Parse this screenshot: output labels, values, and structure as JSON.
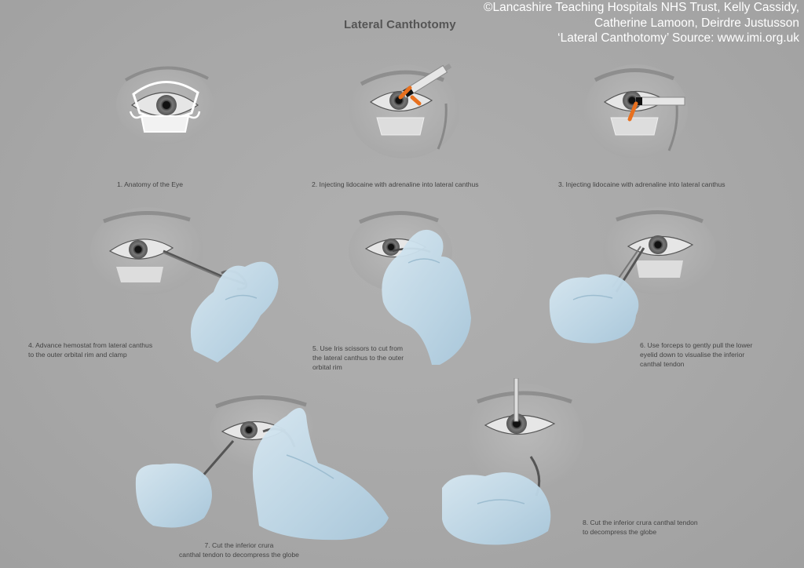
{
  "title": "Lateral Canthotomy",
  "credit": [
    "©Lancashire Teaching Hospitals NHS Trust, Kelly Cassidy,",
    "Catherine Lamoon, Deirdre Justusson",
    "‘Lateral Canthotomy’ Source: www.imi.org.uk"
  ],
  "steps": [
    {
      "caption_lines": [
        "1. Anatomy of the Eye"
      ],
      "illustration": "eye-anatomy"
    },
    {
      "caption_lines": [
        "2. Injecting lidocaine with adrenaline into lateral canthus"
      ],
      "illustration": "syringe-injection"
    },
    {
      "caption_lines": [
        "3. Injecting lidocaine with adrenaline into lateral canthus"
      ],
      "illustration": "syringe-injection"
    },
    {
      "caption_lines": [
        "4. Advance hemostat from lateral canthus",
        "to the outer orbital rim and clamp"
      ],
      "illustration": "hemostat-clamp"
    },
    {
      "caption_lines": [
        "5. Use Iris scissors to cut from",
        "the lateral canthus to the outer",
        "orbital rim"
      ],
      "illustration": "iris-scissors"
    },
    {
      "caption_lines": [
        "6. Use forceps to gently pull the lower",
        "eyelid down to visualise the inferior",
        "canthal tendon"
      ],
      "illustration": "forceps-pull"
    },
    {
      "caption_lines": [
        "7. Cut the inferior crura",
        "canthal tendon to decompress the globe"
      ],
      "illustration": "cut-tendon"
    },
    {
      "caption_lines": [
        "8. Cut the inferior crura canthal tendon",
        "to decompress the globe"
      ],
      "illustration": "cut-tendon"
    }
  ],
  "colors": {
    "background": "#a9a9a9",
    "glove": "#c3dcea",
    "syringe_plunger": "#e8701e",
    "title_text": "#555555",
    "credit_text": "#ffffff"
  }
}
